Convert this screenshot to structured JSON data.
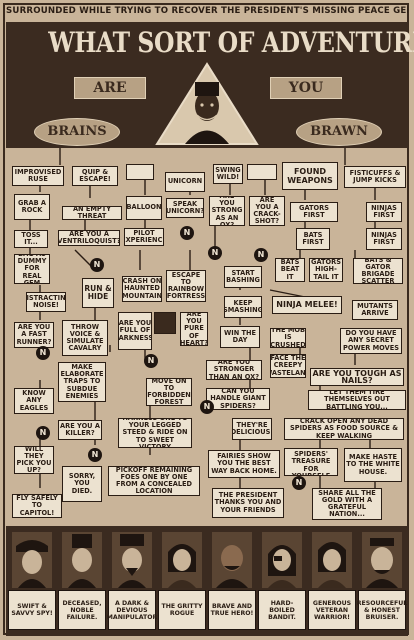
{
  "header": {
    "question": "SURROUNDED WHILE TRYING TO RECOVER THE PRESIDENT'S MISSING PEACE GEM?",
    "title": "WHAT SORT OF ADVENTURER",
    "are": "ARE",
    "you": "YOU",
    "brains": "BRAINS",
    "brawn": "BRAWN"
  },
  "flow": {
    "improvised_ruse": "IMPROVISED RUSE",
    "quip_escape": "QUIP & ESCAPE!",
    "unicorn_top": "",
    "unicorn": "UNICORN",
    "swing_wild": "SWING WILD!",
    "found_weapons": "FOUND WEAPONS",
    "fisticuffs": "FISTICUFFS & JUMP KICKS",
    "grab_rock": "GRAB A ROCK",
    "empty_threat": "AN EMPTY THREAT",
    "balloon": "BALLOON",
    "speak_unicorn": "SPEAK UNICORN?",
    "are_you_strong": "ARE YOU STRONG AS AN OX?",
    "crack_shot": "ARE YOU A CRACK-SHOT?",
    "gators_first": "GATORS FIRST",
    "ninjas_first": "NINJAS FIRST",
    "toss_it": "TOSS IT...",
    "ventriloquist": "ARE YOU A VENTRILOQUIST?",
    "pilot": "PILOT EXPERIENCE",
    "bats_first": "BATS FIRST",
    "bags_dummy": "BAG AS DUMMY FOR REAL GEM",
    "distracting_noise": "DISTRACTING NOISE!",
    "run_hide": "RUN & HIDE",
    "crash_mountain": "CRASH ON HAUNTED MOUNTAIN",
    "escape_fortress": "ESCAPE TO RAINBOW FORTRESS",
    "start_bashing": "START BASHING",
    "bats_beat_it": "BATS BEAT IT",
    "gators_high": "GATORS HIGH-TAIL IT",
    "bats_gator": "BATS & GATOR BRIGADE SCATTER",
    "keep_smashing": "KEEP SMASHING",
    "ninja_melee": "NINJA MELEE!",
    "mutants_arrive": "MUTANTS ARRIVE",
    "fast_runner": "ARE YOU A FAST RUNNER?",
    "throw_voice": "THROW VOICE & SIMULATE CAVALRY",
    "full_darkness": "ARE YOU FULL OF DARKNESS?",
    "pure_heart": "ARE YOU PURE OF HEART?",
    "win_day": "WIN THE DAY",
    "mob_crushed": "THE MOB IS CRUSHED",
    "secret_power": "DO YOU HAVE ANY SECRET POWER MOVES",
    "make_traps": "MAKE ELABORATE TRAPS TO SUBDUE ENEMIES",
    "face_wasteland": "FACE THE CREEPY WASTELAND",
    "stronger_ox": "ARE YOU STRONGER THAN AN OX?",
    "tough_nails": "ARE YOU TOUGH AS NAILS?",
    "know_eagles": "KNOW ANY EAGLES",
    "move_forest": "MOVE ON TO FORBIDDEN FOREST",
    "giant_spiders": "CAN YOU HANDLE GIANT SPIDERS?",
    "let_them_tire": "LET THEM TIRE THEMSELVES OUT BATTLING YOU...",
    "killer": "ARE YOU A KILLER?",
    "harness": "HARNESS ONE TO YOUR LEGGED STEED & RIDE ON TO SWEET VICTORY",
    "delicious": "THEY'RE DELICIOUS!",
    "crack_spiders": "CRACK OPEN ANY DEAD SPIDERS AS FOOD SOURCE & KEEP WALKING",
    "will_they": "WILL THEY PICK YOU UP?",
    "sorry_died": "SORRY, YOU DIED.",
    "fairies": "FAIRIES SHOW YOU THE BEST WAY BACK HOME.",
    "plunder": "PLUNDER SPIDERS' TREASURE FOR YOURSELF",
    "haste": "MAKE HASTE TO THE WHITE HOUSE.",
    "pickoff": "PICKOFF REMAINING FOES ONE BY ONE FROM A CONCEALED LOCATION",
    "president_thanks": "THE PRESIDENT THANKS YOU AND YOUR FRIENDS",
    "share_gold": "SHARE ALL THE GOLD WITH A GRATEFUL NATION...",
    "fly_capitol": "FLY SAFELY TO CAPITOL!",
    "n": "N",
    "y": ""
  },
  "portraits": [
    {
      "label": "SWIFT & SAVVY SPY!"
    },
    {
      "label": "DECEASED, NOBLE FAILURE."
    },
    {
      "label": "A DARK & DEVIOUS MANIPULATOR"
    },
    {
      "label": "THE GRITTY ROGUE"
    },
    {
      "label": "BRAVE AND TRUE HERO!"
    },
    {
      "label": "HARD-BOILED BANDIT."
    },
    {
      "label": "GENEROUS VETERAN WARRIOR!"
    },
    {
      "label": "RESOURCEFUL & HONEST BRUISER."
    }
  ],
  "colors": {
    "paper": "#c9b499",
    "ink": "#2a1d14",
    "box": "#ece2d0",
    "dark": "#3b2b20"
  }
}
